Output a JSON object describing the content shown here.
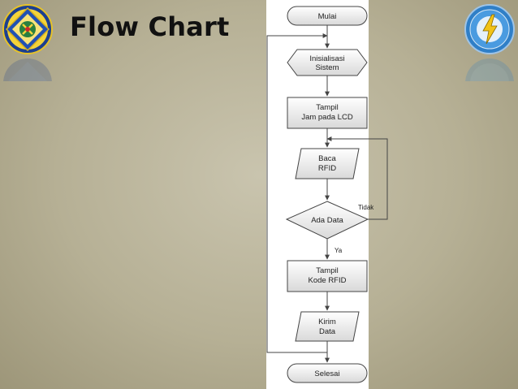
{
  "slide": {
    "title": "Flow Chart"
  },
  "flowchart": {
    "nodes": [
      {
        "id": "start",
        "shape": "terminal",
        "lines": [
          "Mulai"
        ]
      },
      {
        "id": "init",
        "shape": "preparation",
        "lines": [
          "Inisialisasi",
          "Sistem"
        ]
      },
      {
        "id": "show_clock",
        "shape": "process",
        "lines": [
          "Tampil",
          "Jam pada LCD"
        ]
      },
      {
        "id": "read_rfid",
        "shape": "io",
        "lines": [
          "Baca",
          "RFID"
        ]
      },
      {
        "id": "has_data",
        "shape": "decision",
        "lines": [
          "Ada Data"
        ]
      },
      {
        "id": "show_code",
        "shape": "process",
        "lines": [
          "Tampil",
          "Kode RFID"
        ]
      },
      {
        "id": "send_data",
        "shape": "io",
        "lines": [
          "Kirim",
          "Data"
        ]
      },
      {
        "id": "end",
        "shape": "terminal",
        "lines": [
          "Selesai"
        ]
      }
    ],
    "edges": [
      {
        "from": "start",
        "to": "init",
        "label": ""
      },
      {
        "from": "init",
        "to": "show_clock",
        "label": ""
      },
      {
        "from": "show_clock",
        "to": "read_rfid",
        "label": ""
      },
      {
        "from": "read_rfid",
        "to": "has_data",
        "label": ""
      },
      {
        "from": "has_data",
        "to": "show_code",
        "label": "Ya"
      },
      {
        "from": "has_data",
        "to": "read_rfid",
        "label": "Tidak"
      },
      {
        "from": "show_code",
        "to": "send_data",
        "label": ""
      },
      {
        "from": "send_data",
        "to": "init",
        "label": ""
      },
      {
        "from": "send_data",
        "to": "end",
        "label": ""
      }
    ],
    "labels": {
      "yes": "Ya",
      "no": "Tidak"
    }
  },
  "colors": {
    "background": "#b6b095",
    "panel": "#ffffff",
    "stroke": "#444444",
    "node_fill_top": "#ffffff",
    "node_fill_bottom": "#d9d9d9"
  },
  "icons": {
    "left_logo": "university-emblem-icon",
    "right_logo": "electrical-department-emblem-icon"
  }
}
